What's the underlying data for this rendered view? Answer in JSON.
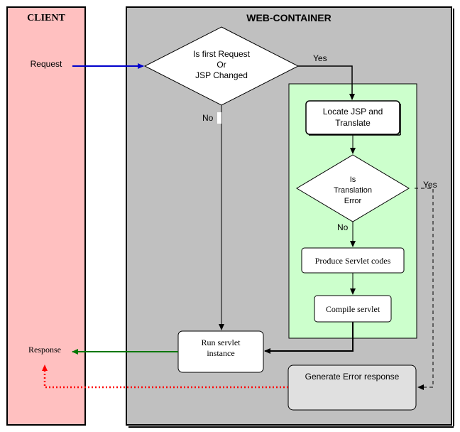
{
  "lanes": {
    "client": {
      "title": "CLIENT",
      "fill": "#ffc0c0",
      "border": "#000000"
    },
    "container": {
      "title": "WEB-CONTAINER",
      "fill": "#c0c0c0",
      "border": "#000000"
    },
    "translation_zone": {
      "fill": "#ccffcc"
    }
  },
  "client_items": {
    "request": "Request",
    "response": "Response"
  },
  "nodes": {
    "decision_first_request": {
      "line1": "Is first Request",
      "line2": "Or",
      "line3": "JSP Changed"
    },
    "locate_translate": {
      "line1": "Locate JSP and",
      "line2": "Translate"
    },
    "decision_translation_error": {
      "line1": "Is",
      "line2": "Translation",
      "line3": "Error"
    },
    "produce_servlet": {
      "label": "Produce Servlet codes"
    },
    "compile_servlet": {
      "label": "Compile servlet"
    },
    "run_servlet": {
      "line1": "Run servlet",
      "line2": "instance"
    },
    "generate_error": {
      "label": "Generate Error response"
    }
  },
  "edge_labels": {
    "first_yes": "Yes",
    "first_no": "No",
    "error_yes": "Yes",
    "error_no": "No"
  },
  "colors": {
    "request_arrow": "#0000cc",
    "response_arrow": "#007700",
    "error_arrow": "#ff0000",
    "flow_arrow": "#000000",
    "error_box_fill": "#e0e0e0"
  }
}
